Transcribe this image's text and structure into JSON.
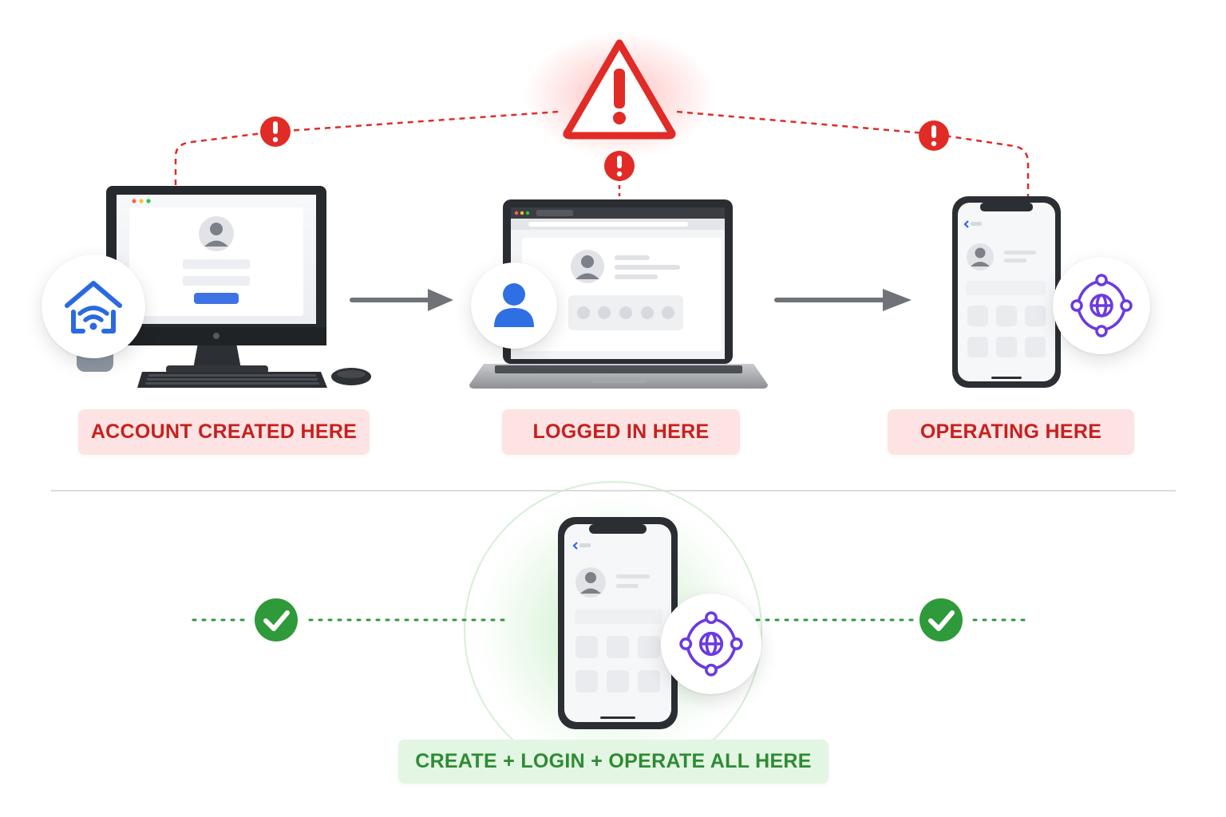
{
  "colors": {
    "warning_red": "#e02b27",
    "label_red_text": "#c6201e",
    "label_red_bg": "#fde3e3",
    "success_green": "#2e9a3a",
    "label_green_text": "#2e8b34",
    "label_green_bg": "#e3f5e3",
    "wifi_blue": "#2a6ae0",
    "user_blue": "#2f6fe4",
    "network_purple": "#6a3be0",
    "arrow_gray": "#6f7378"
  },
  "top_flow": {
    "warning_icon": "warning-triangle-icon",
    "steps": [
      {
        "device": "desktop-computer",
        "badge_icon": "home-wifi-icon",
        "label": "ACCOUNT CREATED HERE"
      },
      {
        "device": "laptop",
        "badge_icon": "user-icon",
        "label": "LOGGED IN HERE"
      },
      {
        "device": "smartphone",
        "badge_icon": "network-globe-icon",
        "label": "OPERATING HERE"
      }
    ],
    "connector_alerts": [
      "exclamation-icon",
      "exclamation-icon",
      "exclamation-icon"
    ],
    "arrows": [
      "arrow-right-icon",
      "arrow-right-icon"
    ]
  },
  "bottom_flow": {
    "device": "smartphone",
    "badge_icon": "network-globe-icon",
    "check_icons": [
      "check-icon",
      "check-icon"
    ],
    "label": "CREATE + LOGIN + OPERATE ALL HERE"
  }
}
